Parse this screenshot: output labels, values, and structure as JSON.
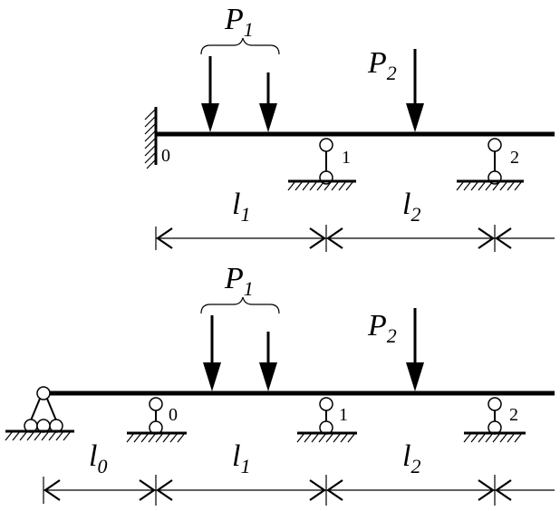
{
  "top_diagram": {
    "load_group": {
      "letter": "P",
      "sub": "1"
    },
    "point_load": {
      "letter": "P",
      "sub": "2"
    },
    "supports": [
      "0",
      "1",
      "2"
    ],
    "spans": [
      {
        "letter": "l",
        "sub": "1"
      },
      {
        "letter": "l",
        "sub": "2"
      }
    ]
  },
  "bottom_diagram": {
    "load_group": {
      "letter": "P",
      "sub": "1"
    },
    "point_load": {
      "letter": "P",
      "sub": "2"
    },
    "supports": [
      "0",
      "1",
      "2"
    ],
    "spans": [
      {
        "letter": "l",
        "sub": "0"
      },
      {
        "letter": "l",
        "sub": "1"
      },
      {
        "letter": "l",
        "sub": "2"
      }
    ]
  }
}
